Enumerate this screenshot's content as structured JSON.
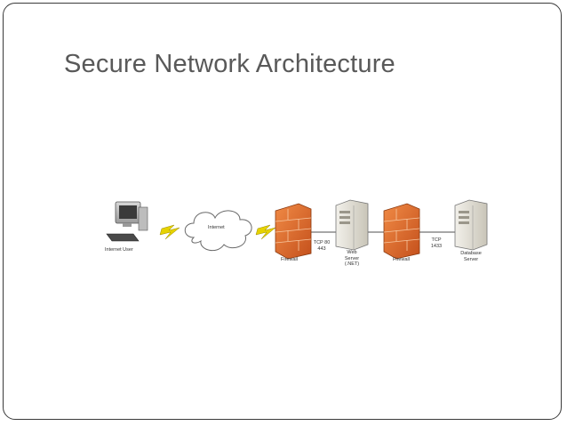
{
  "slide": {
    "title": "Secure Network Architecture"
  },
  "diagram": {
    "nodes": {
      "internet_user": "Internet User",
      "internet": "Internet",
      "firewall_1": "Firewall",
      "web_server_line1": "Web",
      "web_server_line2": "Server",
      "web_server_line3": "(.NET)",
      "firewall_2": "Firewall",
      "database_line1": "Database",
      "database_line2": "Server"
    },
    "links": {
      "tcp_web_line1": "TCP 80",
      "tcp_web_line2": "443",
      "tcp_db_line1": "TCP",
      "tcp_db_line2": "1433"
    },
    "colors": {
      "firewall": "#e2682a",
      "lightning": "#e6d200",
      "server": "#e4e1d6",
      "link": "#8a8a8a"
    }
  }
}
